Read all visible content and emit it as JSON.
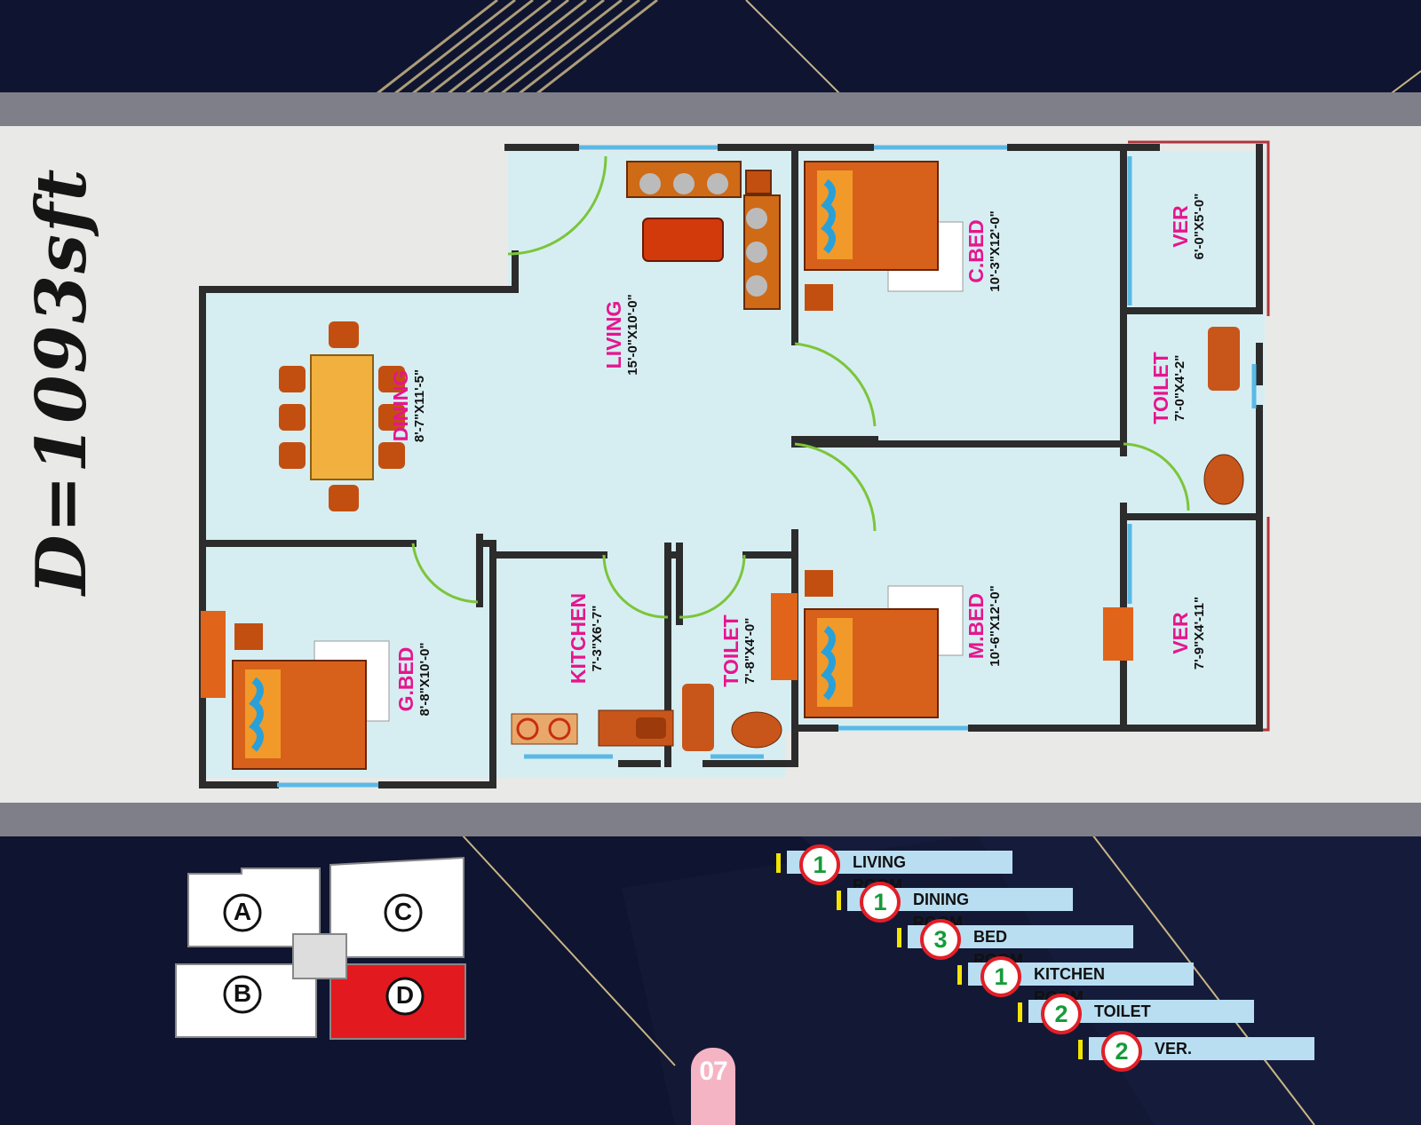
{
  "title": {
    "text": "D=1093sft"
  },
  "rooms": {
    "living": {
      "name": "LIVING",
      "dims": "15'-0\"X10'-0\""
    },
    "dining": {
      "name": "DINING",
      "dims": "8'-7\"X11'-5\""
    },
    "cbed": {
      "name": "C.BED",
      "dims": "10'-3\"X12'-0\""
    },
    "ver_top": {
      "name": "VER",
      "dims": "6'-0\"X5'-0\""
    },
    "toilet_right": {
      "name": "TOILET",
      "dims": "7'-0\"X4'-2\""
    },
    "mbed": {
      "name": "M.BED",
      "dims": "10'-6\"X12'-0\""
    },
    "ver_bottom": {
      "name": "VER",
      "dims": "7'-9\"X4'-11\""
    },
    "gbed": {
      "name": "G.BED",
      "dims": "8'-8\"X10'-0\""
    },
    "kitchen": {
      "name": "KITCHEN",
      "dims": "7'-3\"X6'-7\""
    },
    "toilet_left": {
      "name": "TOILET",
      "dims": "7'-8\"X4'-0\""
    }
  },
  "key_plan": {
    "blocks": [
      "A",
      "B",
      "C",
      "D"
    ],
    "highlighted": "D",
    "highlight_color": "#e2191f"
  },
  "legend": [
    {
      "count": "1",
      "label": "LIVING ROOM"
    },
    {
      "count": "1",
      "label": "DINING ROOM"
    },
    {
      "count": "3",
      "label": "BED ROOM"
    },
    {
      "count": "1",
      "label": "KITCHEN ROOM"
    },
    {
      "count": "2",
      "label": "TOILET"
    },
    {
      "count": "2",
      "label": "VER."
    }
  ],
  "page": {
    "number": "07"
  },
  "colors": {
    "floor": "#d6eef2",
    "wall": "#2c2c2c",
    "door_swing": "#7cc53a",
    "window": "#5ab9e6",
    "room_label": "#e6158e",
    "balcony_rail": "#b0353a"
  }
}
